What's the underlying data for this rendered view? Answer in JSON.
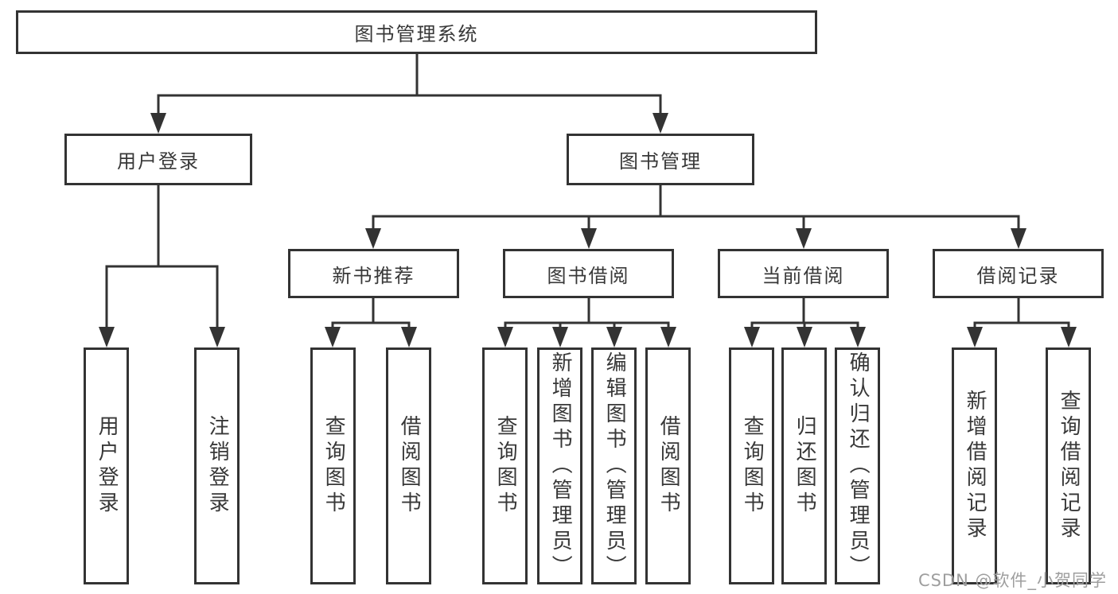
{
  "diagram": {
    "nodes": {
      "root": "图书管理系统",
      "user_login": "用户登录",
      "book_mgmt": "图书管理",
      "new_book_rec": "新书推荐",
      "book_borrow": "图书借阅",
      "current_borrow": "当前借阅",
      "borrow_record": "借阅记录",
      "ul_login": "用户登录",
      "ul_logout": "注销登录",
      "nb_query": "查询图书",
      "nb_borrow": "借阅图书",
      "bb_query": "查询图书",
      "bb_add": "新增图书（管理员）",
      "bb_edit": "编辑图书（管理员）",
      "bb_borrow": "借阅图书",
      "cb_query": "查询图书",
      "cb_return": "归还图书",
      "cb_confirm": "确认归还（管理员）",
      "br_add": "新增借阅记录",
      "br_query": "查询借阅记录"
    },
    "watermark": "CSDN @软件_小贺同学",
    "colors": {
      "line": "#333333",
      "box_border": "#333333",
      "text": "#383838",
      "watermark": "#9e9e9e",
      "background": "#ffffff"
    }
  }
}
